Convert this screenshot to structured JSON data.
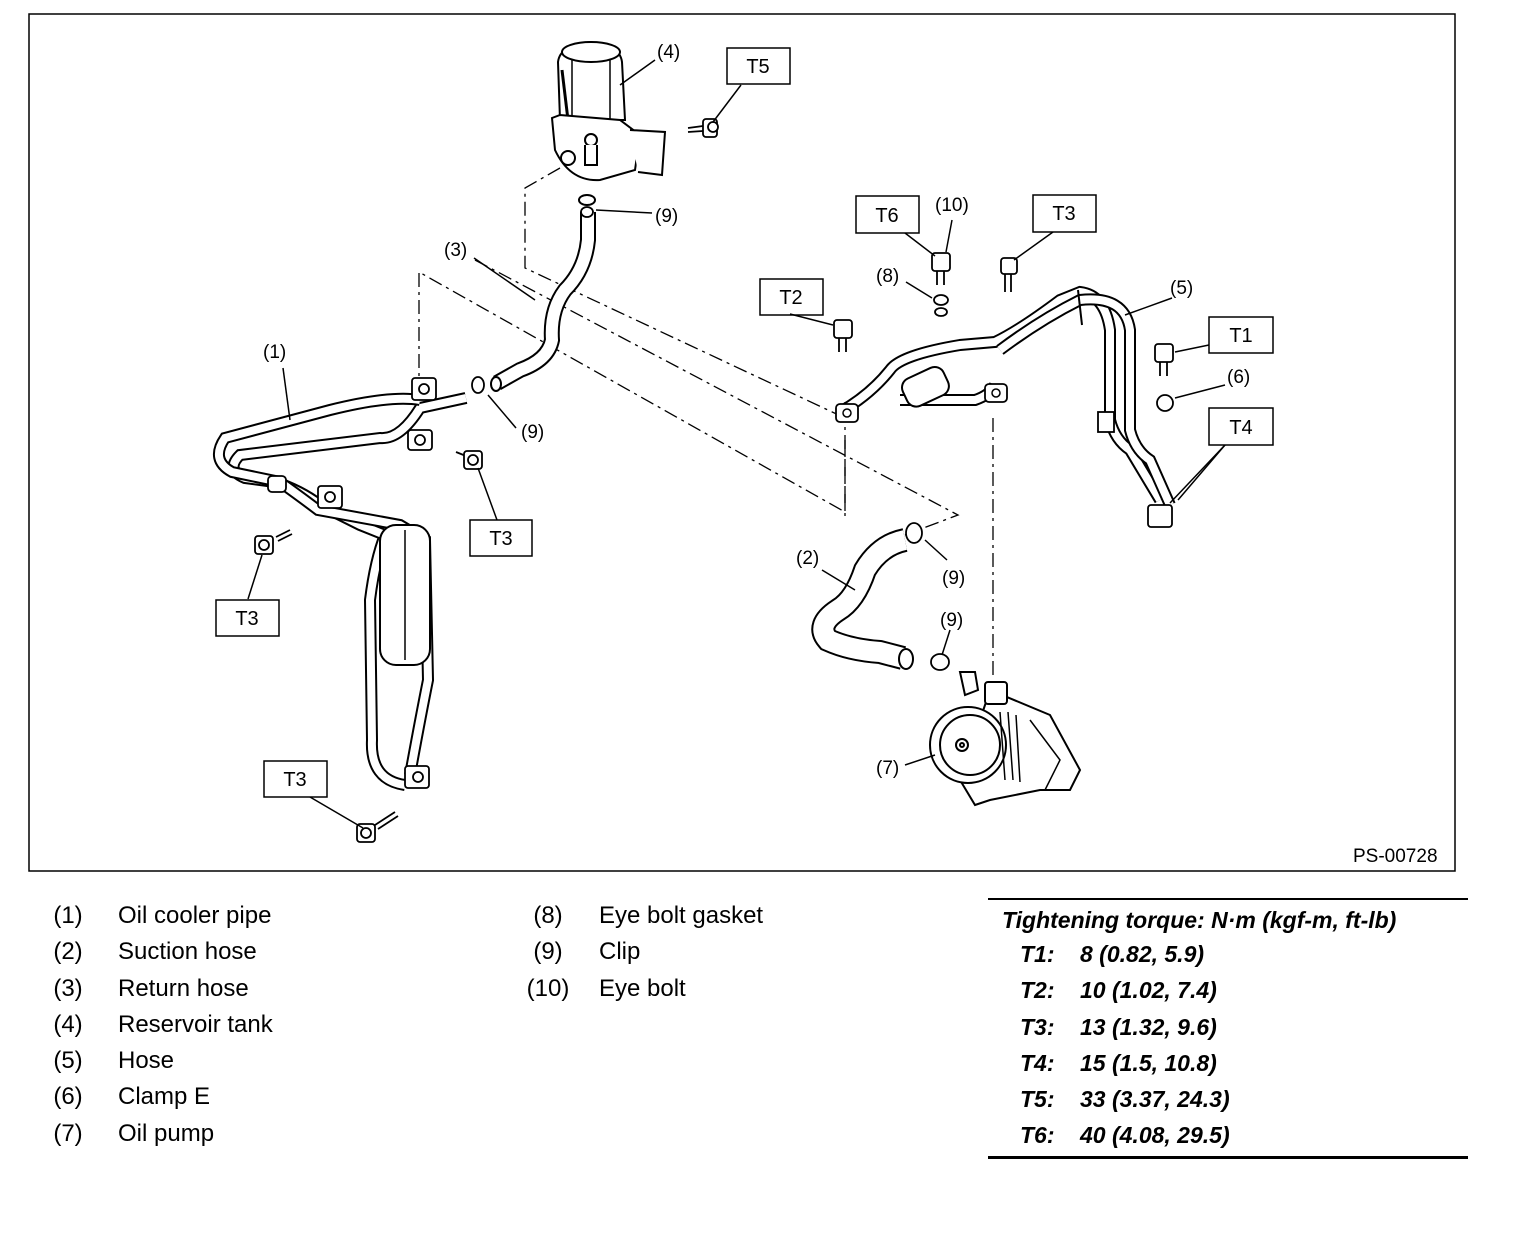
{
  "figure_code": "PS-00728",
  "callouts": {
    "p1": "(1)",
    "p2": "(2)",
    "p3": "(3)",
    "p4": "(4)",
    "p5": "(5)",
    "p6": "(6)",
    "p7": "(7)",
    "p8": "(8)",
    "p9": "(9)",
    "p10": "(10)"
  },
  "torque_boxes": {
    "t1": "T1",
    "t2": "T2",
    "t3": "T3",
    "t4": "T4",
    "t5": "T5",
    "t6": "T6"
  },
  "legend_left": [
    {
      "num": "(1)",
      "name": "Oil cooler pipe"
    },
    {
      "num": "(2)",
      "name": "Suction hose"
    },
    {
      "num": "(3)",
      "name": "Return hose"
    },
    {
      "num": "(4)",
      "name": "Reservoir tank"
    },
    {
      "num": "(5)",
      "name": "Hose"
    },
    {
      "num": "(6)",
      "name": "Clamp E"
    },
    {
      "num": "(7)",
      "name": "Oil pump"
    }
  ],
  "legend_mid": [
    {
      "num": "(8)",
      "name": "Eye bolt gasket"
    },
    {
      "num": "(9)",
      "name": "Clip"
    },
    {
      "num": "(10)",
      "name": "Eye bolt"
    }
  ],
  "torque_table": {
    "heading": "Tightening torque: N·m (kgf-m, ft-lb)",
    "rows": [
      {
        "id": "T1:",
        "value": "8 (0.82, 5.9)"
      },
      {
        "id": "T2:",
        "value": "10 (1.02, 7.4)"
      },
      {
        "id": "T3:",
        "value": "13 (1.32, 9.6)"
      },
      {
        "id": "T4:",
        "value": "15 (1.5, 10.8)"
      },
      {
        "id": "T5:",
        "value": "33 (3.37, 24.3)"
      },
      {
        "id": "T6:",
        "value": "40 (4.08, 29.5)"
      }
    ]
  }
}
